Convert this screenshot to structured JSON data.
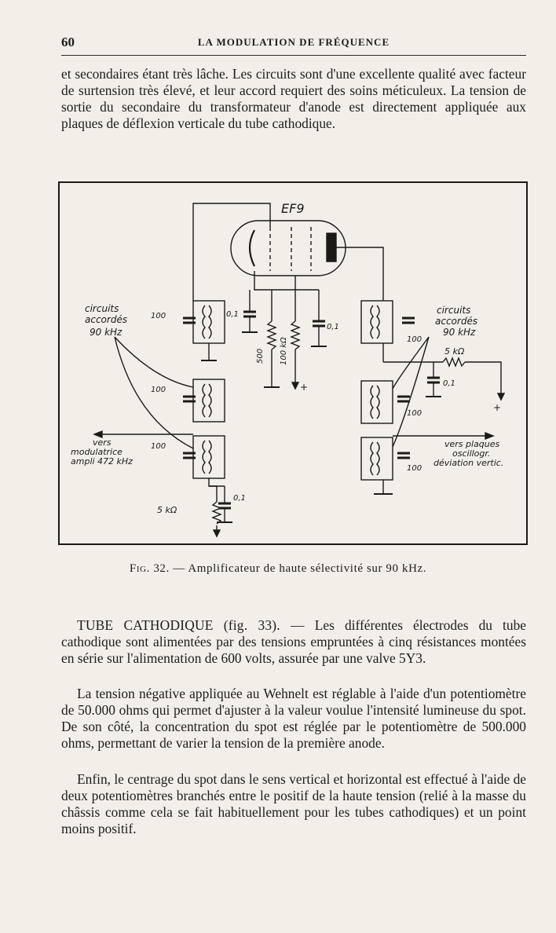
{
  "header": {
    "page_number": "60",
    "running_title": "LA MODULATION DE FRÉQUENCE"
  },
  "paragraphs": {
    "p1": "et secondaires étant très lâche. Les circuits sont d'une excellente qualité avec facteur de surtension très élevé, et leur accord requiert des soins méticuleux. La tension de sortie du secondaire du transformateur d'anode est directement appliquée aux plaques de déflexion verticale du tube cathodique.",
    "p2_heading": "TUBE CATHODIQUE (fig. 33). —",
    "p2_body": "Les différentes électrodes du tube cathodique sont alimentées par des tensions empruntées à cinq résistances montées en série sur l'alimentation de 600 volts, assurée par une valve 5Y3.",
    "p3": "La tension négative appliquée au Wehnelt est réglable à l'aide d'un potentiomètre de 50.000 ohms qui permet d'ajuster à la valeur voulue l'intensité lumineuse du spot. De son côté, la concentration du spot est réglée par le potentiomètre de 500.000 ohms, permettant de varier la tension de la première anode.",
    "p4": "Enfin, le centrage du spot dans le sens vertical et horizontal est effectué à l'aide de deux potentiomètres branchés entre le positif de la haute tension (relié à la masse du châssis comme cela se fait habituellement pour les tubes cathodiques) et un point moins positif."
  },
  "figure": {
    "caption_label": "Fig. 32. —",
    "caption_text": "Amplificateur de haute sélectivité sur 90 kHz.",
    "labels": {
      "tube": "EF9",
      "left_circuits_1": "circuits",
      "left_circuits_2": "accordés",
      "left_circuits_3": "90 kHz",
      "right_circuits_1": "circuits",
      "right_circuits_2": "accordés",
      "right_circuits_3": "90 kHz",
      "vers": "vers",
      "modulatrice": "modulatrice",
      "ampli": "ampli 472 kHz",
      "vers_plaques": "vers plaques",
      "oscillogr": "oscillogr.",
      "deviation": "déviation vertic.",
      "cap_100_a": "100",
      "cap_100_b": "100",
      "cap_100_c": "100",
      "cap_100_d": "100",
      "cap_100_e": "100",
      "cap_100_f": "100",
      "cap_01_a": "0,1",
      "cap_01_b": "0,1",
      "cap_01_c": "0,1",
      "cap_01_d": "0,1",
      "res_500": "500",
      "res_100k": "100 kΩ",
      "res_5k_right": "5 kΩ",
      "res_5k_left": "5 kΩ",
      "plus_1": "+",
      "plus_2": "+"
    }
  }
}
